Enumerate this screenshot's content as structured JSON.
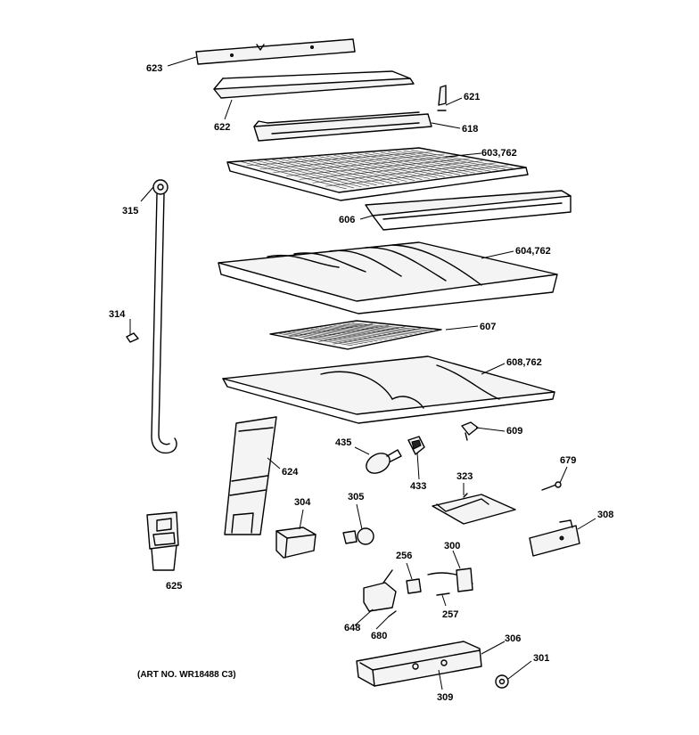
{
  "art_number": "(ART NO. WR18488 C3)",
  "callouts": {
    "c623": "623",
    "c621": "621",
    "c622": "622",
    "c618": "618",
    "c603": "603,762",
    "c315": "315",
    "c606": "606",
    "c604": "604,762",
    "c314": "314",
    "c607": "607",
    "c608": "608,762",
    "c609": "609",
    "c435": "435",
    "c624": "624",
    "c433": "433",
    "c679": "679",
    "c323": "323",
    "c304": "304",
    "c305": "305",
    "c308": "308",
    "c625": "625",
    "c300": "300",
    "c256": "256",
    "c257": "257",
    "c648": "648",
    "c680": "680",
    "c306": "306",
    "c301": "301",
    "c309": "309"
  }
}
